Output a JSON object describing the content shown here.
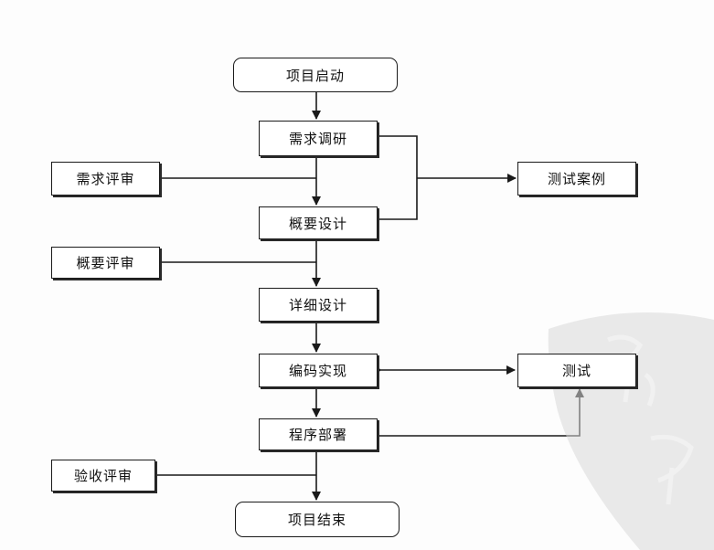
{
  "nodes": {
    "start": "项目启动",
    "req_research": "需求调研",
    "req_review": "需求评审",
    "test_cases": "测试案例",
    "overview_design": "概要设计",
    "overview_review": "概要评审",
    "detail_design": "详细设计",
    "coding": "编码实现",
    "testing": "测试",
    "deploy": "程序部署",
    "accept_review": "验收评审",
    "end": "项目结束"
  }
}
